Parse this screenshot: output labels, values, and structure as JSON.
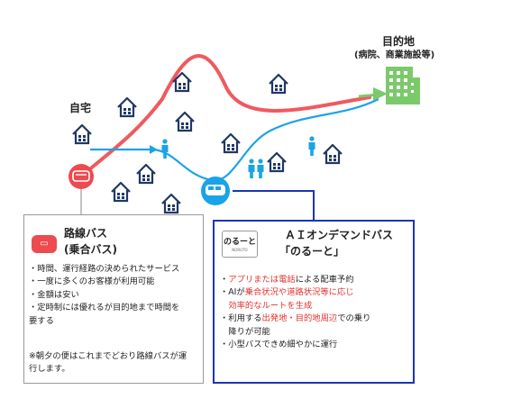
{
  "diagram": {
    "home_label": "自宅",
    "destination": {
      "title": "目的地",
      "subtitle": "(病院、商業施設等)"
    }
  },
  "route_bus": {
    "title": "路線バス",
    "subtitle": "(乗合バス)",
    "bullets": [
      "・時間、運行経路の決められたサービス",
      "・一度に多くのお客様が利用可能",
      "・金額は安い",
      "・定時制には優れるが目的地まで時間を",
      "要する"
    ],
    "note_lines": [
      "※朝夕の便はこれまでどおり路線バスが運",
      "行します。"
    ]
  },
  "ai_bus": {
    "title": "ＡＩオンデマンドバス",
    "name": "「のるーと」",
    "logo_text": "のるーと",
    "logo_sub": "NORUTO",
    "bullets": [
      [
        {
          "t": "・"
        },
        {
          "t": "アプリまたは電話",
          "red": true
        },
        {
          "t": "による配車予約"
        }
      ],
      [
        {
          "t": "・AIが"
        },
        {
          "t": "乗合状況や道路状況等に応じ",
          "red": true
        }
      ],
      [
        {
          "t": "　"
        },
        {
          "t": "効率的なルートを生成",
          "red": true
        }
      ],
      [
        {
          "t": "・利用する"
        },
        {
          "t": "出発地・目的地周辺",
          "red": true
        },
        {
          "t": "での乗り"
        }
      ],
      [
        {
          "t": "　降りが可能"
        }
      ],
      [
        {
          "t": "・小型バスできめ細やかに運行"
        }
      ]
    ]
  },
  "colors": {
    "red_route": "#ef5a5f",
    "blue_route": "#1aa3e8",
    "house": "#1f3864",
    "building": "#7cc96b",
    "arrow": "#7cc96b",
    "ai_border": "#1b35b6"
  }
}
